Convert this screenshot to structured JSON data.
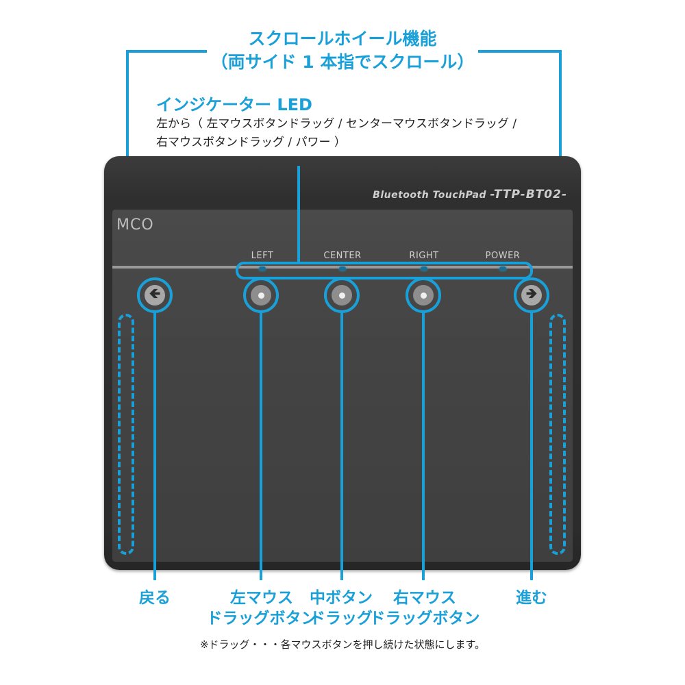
{
  "header": {
    "scroll_title": "スクロールホイール機能",
    "scroll_sub": "（両サイド 1 本指でスクロール）"
  },
  "led": {
    "title": "インジケーター LED",
    "desc_line1": "左から（ 左マウスボタンドラッグ / センターマウスボタンドラッグ /",
    "desc_line2": "右マウスボタンドラッグ / パワー ）"
  },
  "device": {
    "model_prefix": "Bluetooth TouchPad ",
    "model_name": "-TTP-BT02-",
    "brand": "MCO",
    "led_labels": [
      "LEFT",
      "CENTER",
      "RIGHT",
      "POWER"
    ],
    "accent": "#1aa0d8",
    "body_color": "#2e2e2e"
  },
  "callouts": {
    "back": "戻る",
    "left_line1": "左マウス",
    "left_line2": "ドラッグボタン",
    "center_line1": "中ボタン",
    "center_line2": "ドラッグ",
    "right_line1": "右マウス",
    "right_line2": "ドラッグボタン",
    "forward": "進む"
  },
  "icons": {
    "back": "arrow-left-icon",
    "forward": "arrow-right-icon",
    "button": "dot-icon"
  },
  "note": "※ドラッグ・・・各マウスボタンを押し続けた状態にします。"
}
